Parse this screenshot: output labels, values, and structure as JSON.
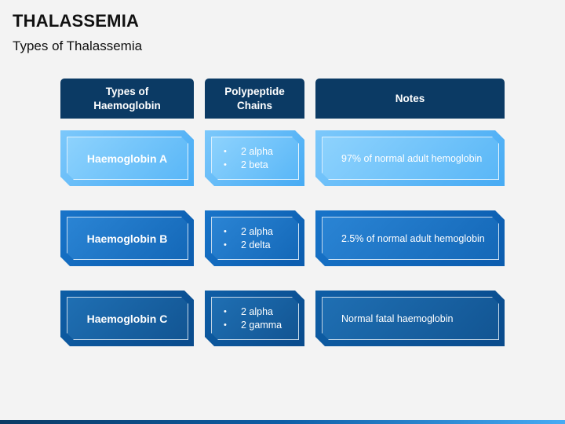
{
  "title": "THALASSEMIA",
  "subtitle": "Types of Thalassemia",
  "headers": [
    "Types of\nHaemoglobin",
    "Polypeptide\nChains",
    "Notes"
  ],
  "rows": [
    {
      "type": "Haemoglobin A",
      "chains": [
        "2 alpha",
        "2 beta"
      ],
      "note": "97% of normal adult hemoglobin"
    },
    {
      "type": "Haemoglobin B",
      "chains": [
        "2 alpha",
        "2 delta"
      ],
      "note": "2.5% of normal adult hemoglobin"
    },
    {
      "type": "Haemoglobin C",
      "chains": [
        "2 alpha",
        "2 gamma"
      ],
      "note": "Normal fatal haemoglobin"
    }
  ],
  "colors": {
    "header": "#0b3a64",
    "row_a": "#47abf4",
    "row_b": "#0b5cae",
    "row_c": "#0a4b8c"
  }
}
